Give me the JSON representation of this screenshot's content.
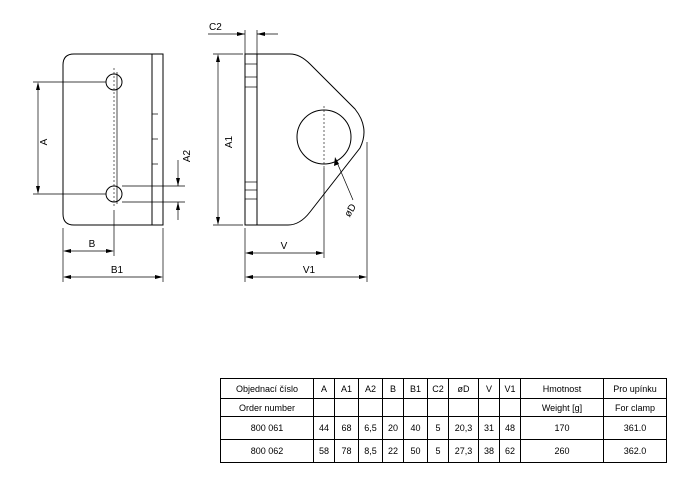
{
  "drawing": {
    "labels": {
      "c2": "C2",
      "a": "A",
      "a1": "A1",
      "a2": "A2",
      "b": "B",
      "b1": "B1",
      "v": "V",
      "v1": "V1",
      "od": "øD"
    }
  },
  "table": {
    "headers": [
      "Objednací číslo",
      "A",
      "A1",
      "A2",
      "B",
      "B1",
      "C2",
      "øD",
      "V",
      "V1",
      "Hmotnost",
      "Pro upínku"
    ],
    "subheaders": [
      "Order number",
      "",
      "",
      "",
      "",
      "",
      "",
      "",
      "",
      "",
      "Weight [g]",
      "For clamp"
    ],
    "rows": [
      [
        "800 061",
        "44",
        "68",
        "6,5",
        "20",
        "40",
        "5",
        "20,3",
        "31",
        "48",
        "170",
        "361.0"
      ],
      [
        "800 062",
        "58",
        "78",
        "8,5",
        "22",
        "50",
        "5",
        "27,3",
        "38",
        "62",
        "260",
        "362.0"
      ]
    ]
  }
}
